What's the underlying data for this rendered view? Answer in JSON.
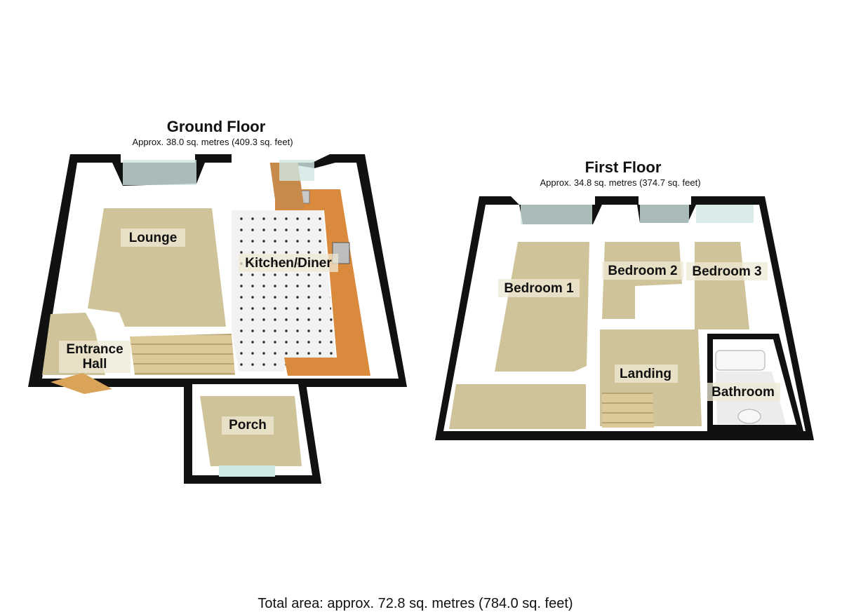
{
  "total_area": "Total area: approx.  72.8 sq. metres (784.0 sq. feet)",
  "floors": [
    {
      "title": "Ground Floor",
      "area": "Approx.  38.0 sq. metres (409.3 sq. feet)",
      "rooms": {
        "lounge": "Lounge",
        "kitchen": "Kitchen/Diner",
        "entrance_line1": "Entrance",
        "entrance_line2": "Hall",
        "porch": "Porch"
      }
    },
    {
      "title": "First Floor",
      "area": "Approx.  34.8 sq. metres (374.7 sq. feet)",
      "rooms": {
        "bedroom1": "Bedroom 1",
        "bedroom2": "Bedroom 2",
        "bedroom3": "Bedroom 3",
        "landing": "Landing",
        "bathroom": "Bathroom"
      }
    }
  ],
  "colors": {
    "wall": "#111111",
    "wall_inner": "#ffffff",
    "carpet": "#cfc39a",
    "tile": "#e8e8e8",
    "worktop": "#d98a3c",
    "stairs": "#dcc99a",
    "window": "#cfe7e3"
  }
}
